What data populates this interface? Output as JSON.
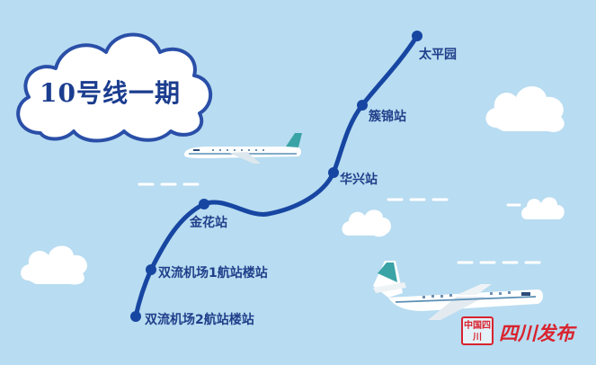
{
  "title": "10号线一期",
  "line": {
    "color": "#1746a2",
    "stations": [
      {
        "id": "taipingyuan",
        "name": "太平园"
      },
      {
        "id": "cujin",
        "name": "簇锦站"
      },
      {
        "id": "huaxing",
        "name": "华兴站"
      },
      {
        "id": "jinhua",
        "name": "金花站"
      },
      {
        "id": "airport-t1",
        "name": "双流机场1航站楼站"
      },
      {
        "id": "airport-t2",
        "name": "双流机场2航站楼站"
      }
    ]
  },
  "brand": {
    "name": "四川发布",
    "seal_text": "中国四川",
    "color": "#d9232e"
  },
  "colors": {
    "sky": "#b8dcf1",
    "cloud": "#ffffff",
    "cloud_outline": "#2a4fa8",
    "dash": "#ffffff"
  }
}
